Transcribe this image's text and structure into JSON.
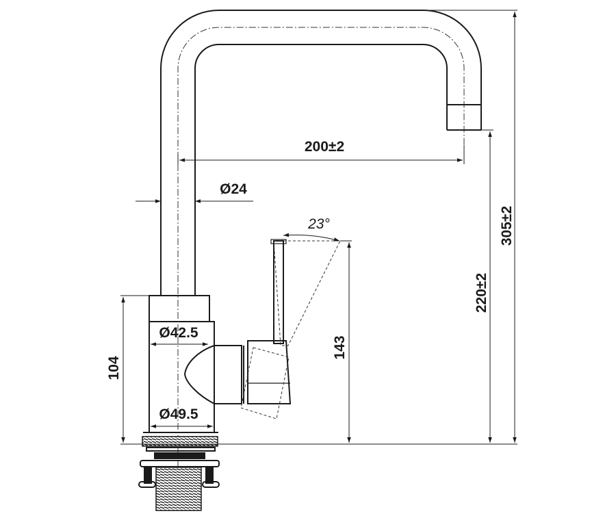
{
  "dimensions": {
    "spout_reach": "200±2",
    "pipe_diameter": "Ø24",
    "lever_angle": "23°",
    "total_height": "305±2",
    "spout_height": "220±2",
    "lever_height": "143",
    "body_height": "104",
    "body_diameter_upper": "Ø42.5",
    "body_diameter_lower": "Ø49.5"
  },
  "colors": {
    "line": "#1a1a1a",
    "background": "#ffffff"
  }
}
